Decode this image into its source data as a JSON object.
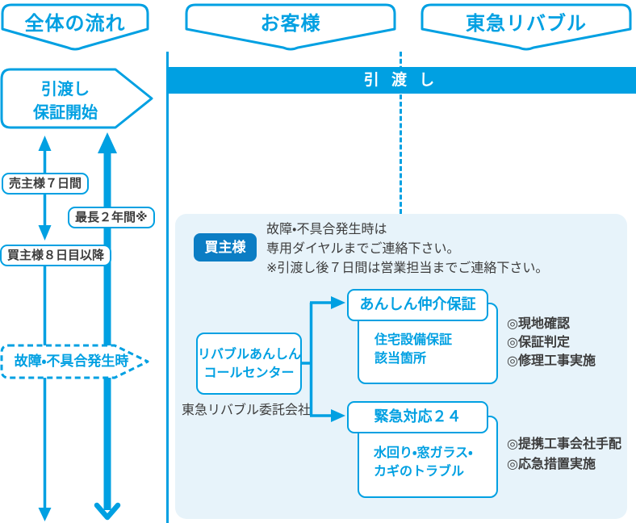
{
  "colors": {
    "accent": "#00a0e2",
    "badge_blue": "#0b7dc4",
    "panel_bg": "#e7f3fa",
    "text_dark": "#3c3c3c"
  },
  "headers": {
    "flow": "全体の流れ",
    "customer": "お客様",
    "company": "東急リバブル"
  },
  "timeline": {
    "start_box": {
      "line1": "引渡し",
      "line2": "保証開始"
    },
    "handover_bar": "引 渡 し",
    "seller_label": "売主様７日間",
    "max_label": "最長２年間※",
    "buyer_label": "買主様８日目以降",
    "failure_label": "故障・不具合発生時"
  },
  "panel": {
    "buyer_badge": "買主様",
    "notice": {
      "line1": "故障・不具合発生時は",
      "line2": "専用ダイヤルまでご連絡下さい。",
      "line3": "※引渡し後７日間は営業担当までご連絡下さい。"
    },
    "call_center": {
      "line1": "リバブルあんしん",
      "line2": "コールセンター",
      "caption": "東急リバブル委託会社"
    },
    "branch1": {
      "title": "あんしん仲介保証",
      "body_line1": "住宅設備保証",
      "body_line2": "該当箇所",
      "bullets": [
        "◎現地確認",
        "◎保証判定",
        "◎修理工事実施"
      ]
    },
    "branch2": {
      "title": "緊急対応２４",
      "body_line1": "水回り・窓ガラス・",
      "body_line2": "カギのトラブル",
      "bullets": [
        "◎提携工事会社手配",
        "◎応急措置実施"
      ]
    }
  }
}
